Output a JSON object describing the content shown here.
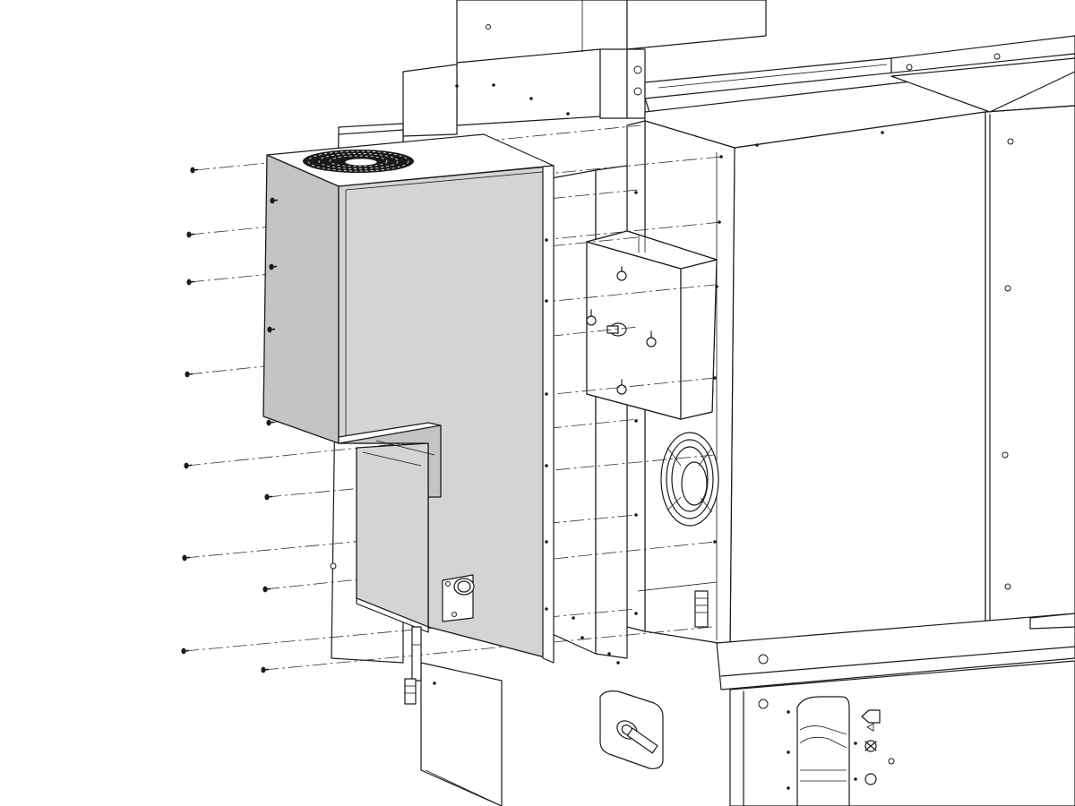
{
  "diagram": {
    "type": "exploded-assembly-view",
    "components": [
      "cabinet-frame",
      "side-cover-panel",
      "fan-grille",
      "mounting-bracket-box",
      "hose-fitting",
      "access-plate",
      "mounting-screws"
    ],
    "screw_count": 14,
    "colors": {
      "line": "#1a1a1a",
      "panel_fill": "#d4d4d4",
      "background": "#ffffff"
    }
  }
}
